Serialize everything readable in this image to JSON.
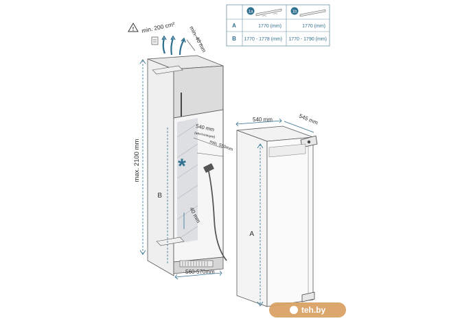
{
  "warning": {
    "ventilation_label": "min. 200 cm²",
    "top_gap_label": "min. 40 mm"
  },
  "cabinet": {
    "height_label": "max. 2100 mm",
    "niche_width_label": "540 mm",
    "niche_width_note": "(вентиляция)",
    "niche_depth_label": "min. 550mm",
    "side_gap_label": "40 mm",
    "depth_label": "560-570mm",
    "b_label": "B"
  },
  "fridge": {
    "width_label": "540 mm",
    "depth_label": "545 mm",
    "a_label": "A"
  },
  "table": {
    "head_1a": "1a",
    "head_1b": "1b",
    "rows": [
      {
        "label": "A",
        "col1": "1770 (mm)",
        "col2": "1770 (mm)"
      },
      {
        "label": "B",
        "col1": "1770 - 1778  (mm)",
        "col2": "1770 - 1790 (mm)"
      }
    ]
  },
  "brand": {
    "text": "teh.by"
  },
  "colors": {
    "accent": "#2f6f8f",
    "line": "#5a5a5a",
    "cabinet_fill": "#e9e9e9",
    "glass": "#c9ccd0"
  }
}
